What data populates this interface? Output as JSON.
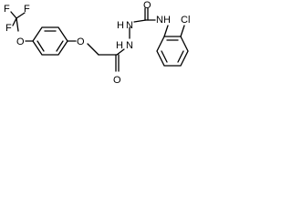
{
  "atoms": {
    "f1": "F",
    "f2": "F",
    "f3": "F",
    "o_ocf3": "O",
    "o_ether": "O",
    "n_hydrazide": "N",
    "h_hydrazide": "H",
    "n_hydrazine": "N",
    "h_hydrazine": "H",
    "o_amide_bottom": "O",
    "o_urea": "O",
    "nh_urea": "NH",
    "cl": "Cl"
  }
}
